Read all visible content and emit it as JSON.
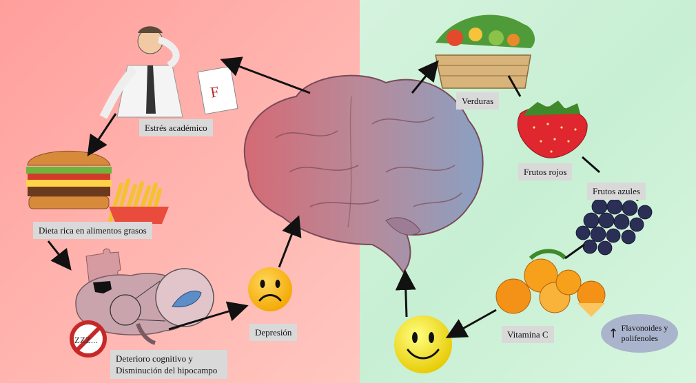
{
  "left_panel": {
    "stress_label": "Estrés académico",
    "diet_label": "Dieta rica en alimentos grasos",
    "decline_label": "Deterioro cognitivo y Disminución del hipocampo",
    "depression_label": "Depresión",
    "sleep_text": "ZZZ..."
  },
  "right_panel": {
    "vegetables_label": "Verduras",
    "red_berries_label": "Frutos rojos",
    "blue_berries_label": "Frutos azules",
    "vitamin_c_label": "Vitamina C",
    "flavonoids_label": "Flavonoides y polifenoles"
  },
  "colors": {
    "left_bg": "#ffb0ab",
    "right_bg": "#cdf1d8",
    "label_bg": "#d9d9d9",
    "note_bg": "#aab4cc"
  }
}
